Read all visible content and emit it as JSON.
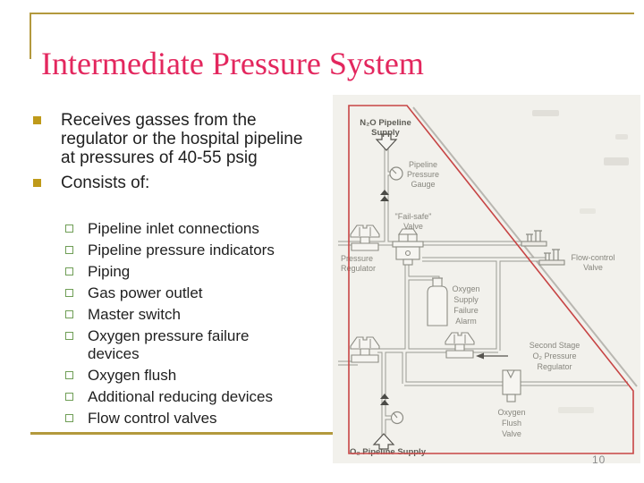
{
  "slide": {
    "title": "Intermediate Pressure System",
    "page_number": "10",
    "colors": {
      "title_text": "#e3275e",
      "accent_gold": "#b3993d",
      "bullet_level1": "#bf9a1a",
      "bullet_level2_border": "#6f9e56",
      "body_text": "#1f1f1f",
      "red_outline": "#c74545",
      "scan_background": "#f2f1ec",
      "diagram_line": "#9b9b93",
      "diagram_label": "#87867e"
    }
  },
  "bullets": {
    "level1": [
      "Receives gasses from the regulator or the hospital pipeline at pressures of 40-55 psig",
      "Consists of:"
    ],
    "level2": [
      "Pipeline inlet connections",
      "Pipeline pressure indicators",
      "Piping",
      "Gas power outlet",
      "Master switch",
      "Oxygen pressure failure devices",
      "Oxygen flush",
      "Additional reducing devices",
      "Flow control valves"
    ]
  },
  "diagram": {
    "labels": {
      "n2o_supply": [
        "N₂O Pipeline",
        "Supply"
      ],
      "pipeline_gauge": [
        "Pipeline",
        "Pressure",
        "Gauge"
      ],
      "fail_safe_valve": [
        "\"Fail-safe\"",
        "Valve"
      ],
      "pressure_regulator": [
        "Pressure",
        "Regulator"
      ],
      "flow_control_valve": [
        "Flow-control",
        "Valve"
      ],
      "oxygen_supply_failure_alarm": [
        "Oxygen",
        "Supply",
        "Failure",
        "Alarm"
      ],
      "second_stage_regulator": [
        "Second Stage",
        "O₂ Pressure",
        "Regulator"
      ],
      "oxygen_flush_valve": [
        "Oxygen",
        "Flush",
        "Valve"
      ],
      "o2_supply": [
        "O₂ Pipeline Supply"
      ]
    }
  }
}
